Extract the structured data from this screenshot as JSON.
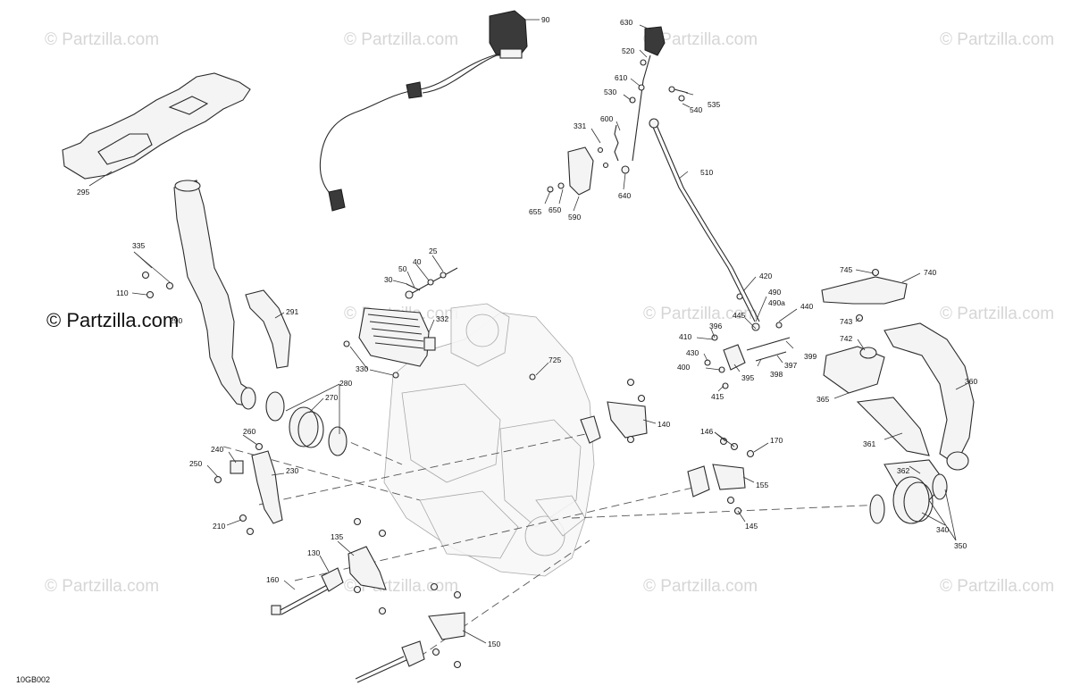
{
  "watermark": "© Partzilla.com",
  "main_watermark": "© Partzilla.com",
  "diagram_code": "10GB002",
  "callouts": {
    "c90": "90",
    "c630": "630",
    "c520": "520",
    "c610": "610",
    "c530": "530",
    "c540": "540",
    "c535": "535",
    "c600": "600",
    "c331": "331",
    "c510": "510",
    "c640": "640",
    "c655": "655",
    "c650": "650",
    "c590": "590",
    "c295": "295",
    "c335": "335",
    "c110": "110",
    "c25": "25",
    "c40": "40",
    "c50": "50",
    "c30": "30",
    "c291": "291",
    "c290": "290",
    "c332": "332",
    "c330": "330",
    "c420": "420",
    "c490": "490",
    "c490a": "490a",
    "c445": "445",
    "c440": "440",
    "c745": "745",
    "c740": "740",
    "c743": "743",
    "c742": "742",
    "c410": "410",
    "c396": "396",
    "c430": "430",
    "c400": "400",
    "c395": "395",
    "c398": "398",
    "c397": "397",
    "c399": "399",
    "c415": "415",
    "c725": "725",
    "c280": "280",
    "c270": "270",
    "c360": "360",
    "c365": "365",
    "c361": "361",
    "c362": "362",
    "c140": "140",
    "c146": "146",
    "c170": "170",
    "c155": "155",
    "c145": "145",
    "c240": "240",
    "c260": "260",
    "c250": "250",
    "c230": "230",
    "c210": "210",
    "c135": "135",
    "c130": "130",
    "c160": "160",
    "c150": "150",
    "c340": "340",
    "c350": "350"
  }
}
